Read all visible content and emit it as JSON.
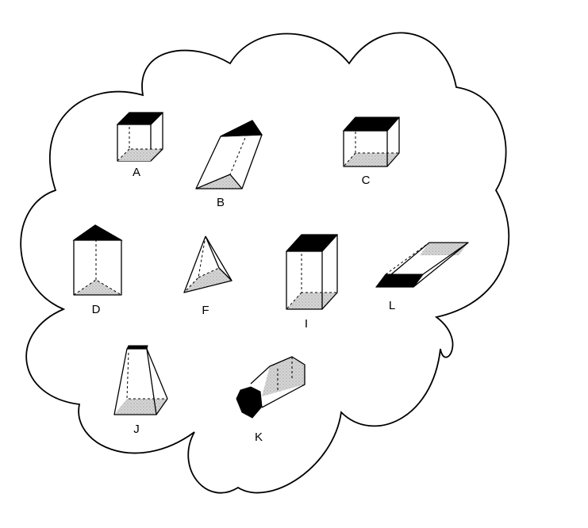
{
  "labels": {
    "A": "A",
    "B": "B",
    "C": "C",
    "D": "D",
    "F": "F",
    "I": "I",
    "L": "L",
    "J": "J",
    "K": "K"
  }
}
